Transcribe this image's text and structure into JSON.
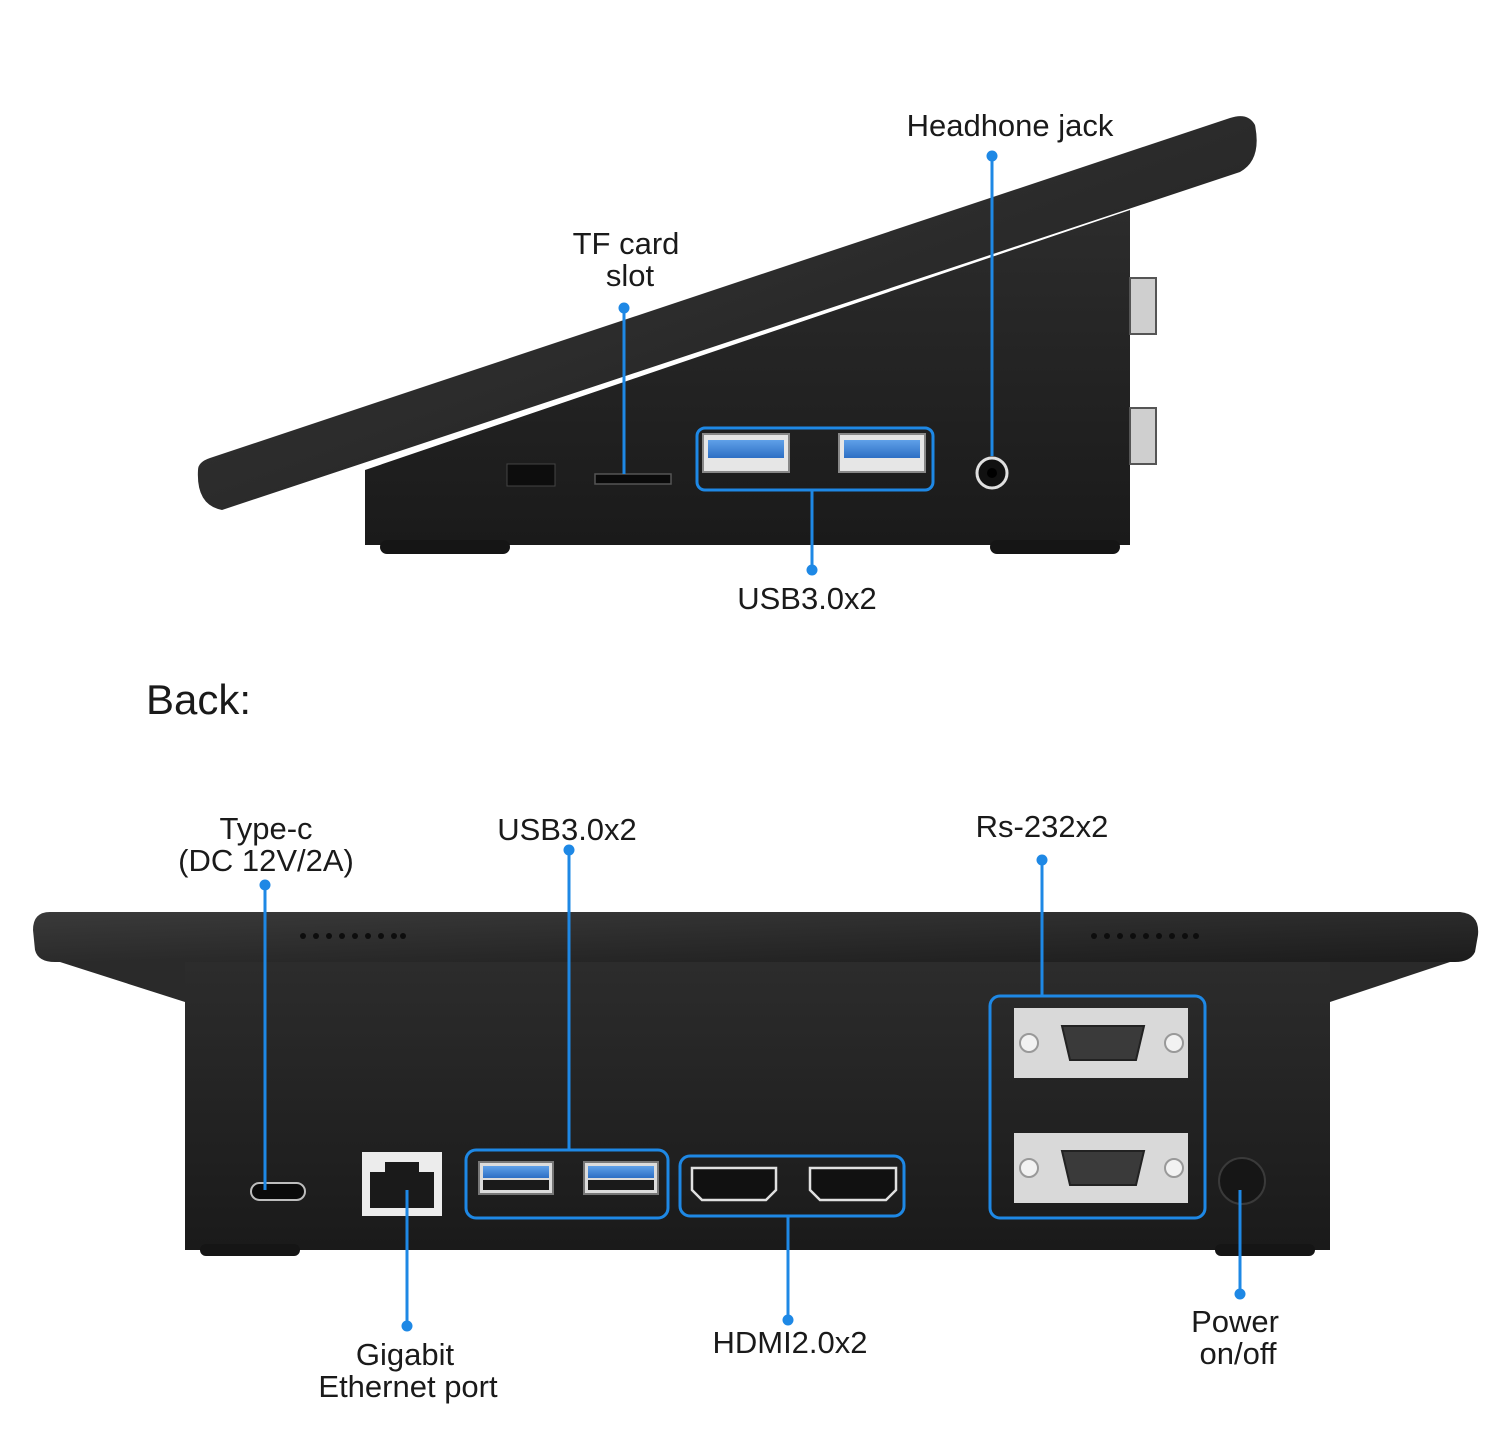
{
  "side_view": {
    "labels": {
      "headphone_jack": "Headhone jack",
      "tf_card_line1": "TF card",
      "tf_card_line2": "slot",
      "usb": "USB3.0x2"
    }
  },
  "back_view": {
    "section_title": "Back:",
    "labels": {
      "type_c_line1": "Type-c",
      "type_c_line2": "(DC 12V/2A)",
      "usb": "USB3.0x2",
      "rs232": "Rs-232x2",
      "ethernet_line1": "Gigabit",
      "ethernet_line2": "Ethernet port",
      "hdmi": "HDMI2.0x2",
      "power_line1": "Power",
      "power_line2": "on/off"
    }
  },
  "colors": {
    "callout": "#1e88e5",
    "device": "#262626",
    "device_dark": "#1b1b1b",
    "usb_blue": "#3b82d6",
    "port_metal": "#d8d8d8"
  }
}
